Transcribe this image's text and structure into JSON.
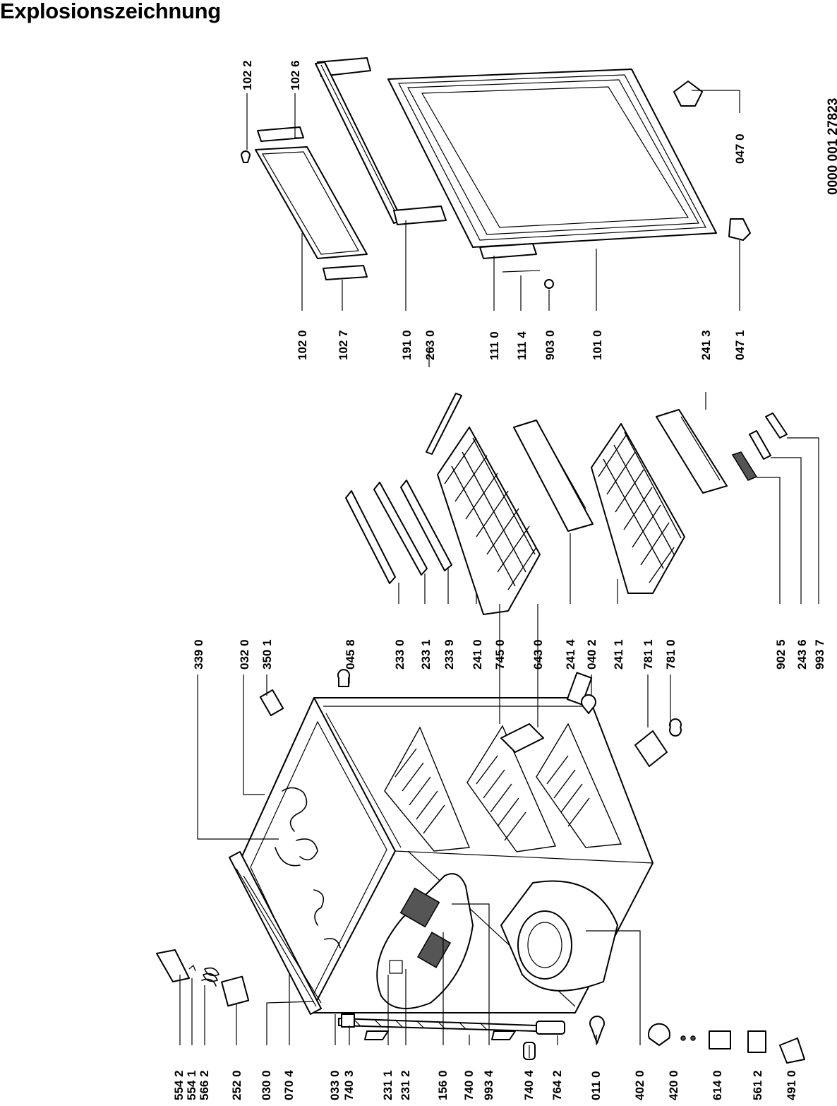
{
  "title": "Explosionszeichnung",
  "doc_number": "0000 001 27823",
  "labels": [
    {
      "id": "554-2",
      "text": "554 2"
    },
    {
      "id": "554-1",
      "text": "554 1"
    },
    {
      "id": "566-2",
      "text": "566 2"
    },
    {
      "id": "252-0",
      "text": "252 0"
    },
    {
      "id": "030-0",
      "text": "030 0"
    },
    {
      "id": "070-4",
      "text": "070 4"
    },
    {
      "id": "033-0",
      "text": "033 0"
    },
    {
      "id": "740-3",
      "text": "740 3"
    },
    {
      "id": "231-1",
      "text": "231 1"
    },
    {
      "id": "231-2",
      "text": "231 2"
    },
    {
      "id": "156-0",
      "text": "156 0"
    },
    {
      "id": "740-0",
      "text": "740 0"
    },
    {
      "id": "993-4",
      "text": "993 4"
    },
    {
      "id": "740-4",
      "text": "740 4"
    },
    {
      "id": "764-2",
      "text": "764 2"
    },
    {
      "id": "011-0",
      "text": "011 0"
    },
    {
      "id": "402-0",
      "text": "402 0"
    },
    {
      "id": "420-0",
      "text": "420 0"
    },
    {
      "id": "614-0",
      "text": "614 0"
    },
    {
      "id": "561-2",
      "text": "561 2"
    },
    {
      "id": "491-0",
      "text": "491 0"
    },
    {
      "id": "339-0",
      "text": "339 0"
    },
    {
      "id": "032-0",
      "text": "032 0"
    },
    {
      "id": "350-1",
      "text": "350 1"
    },
    {
      "id": "045-8",
      "text": "045 8"
    },
    {
      "id": "233-0",
      "text": "233 0"
    },
    {
      "id": "233-1",
      "text": "233 1"
    },
    {
      "id": "233-9",
      "text": "233 9"
    },
    {
      "id": "241-0",
      "text": "241 0"
    },
    {
      "id": "745-0",
      "text": "745 0"
    },
    {
      "id": "643-0",
      "text": "643 0"
    },
    {
      "id": "241-4",
      "text": "241 4"
    },
    {
      "id": "040-2",
      "text": "040 2"
    },
    {
      "id": "241-1",
      "text": "241 1"
    },
    {
      "id": "781-1",
      "text": "781 1"
    },
    {
      "id": "781-0",
      "text": "781 0"
    },
    {
      "id": "902-5",
      "text": "902 5"
    },
    {
      "id": "243-6",
      "text": "243 6"
    },
    {
      "id": "993-7",
      "text": "993 7"
    },
    {
      "id": "102-2",
      "text": "102 2"
    },
    {
      "id": "102-6",
      "text": "102 6"
    },
    {
      "id": "102-0",
      "text": "102 0"
    },
    {
      "id": "102-7",
      "text": "102 7"
    },
    {
      "id": "191-0",
      "text": "191 0"
    },
    {
      "id": "263-0",
      "text": "263 0"
    },
    {
      "id": "111-0",
      "text": "111 0"
    },
    {
      "id": "111-4",
      "text": "111 4"
    },
    {
      "id": "903-0",
      "text": "903 0"
    },
    {
      "id": "101-0",
      "text": "101 0"
    },
    {
      "id": "241-3",
      "text": "241 3"
    },
    {
      "id": "047-1",
      "text": "047 1"
    },
    {
      "id": "047-0",
      "text": "047 0"
    }
  ]
}
